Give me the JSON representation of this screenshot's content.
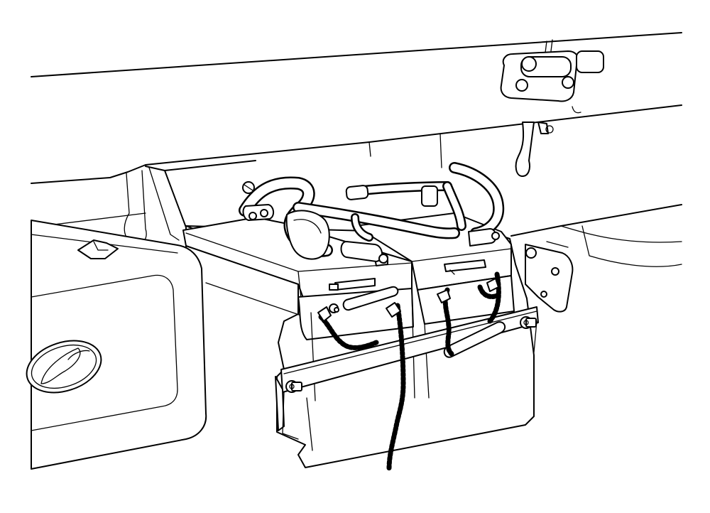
{
  "illustration": {
    "subject": "truck-side-battery-installation",
    "colors": {
      "line": "#000000",
      "paper": "#ffffff"
    },
    "parts": [
      "chassis-frame-rail",
      "mounting-bracket",
      "battery-left",
      "battery-right",
      "battery-hold-down-bar",
      "hold-down-bolt-left",
      "hold-down-bolt-right",
      "carrying-handle-left",
      "carrying-handle-right",
      "battery-cable-harness",
      "step-panel",
      "hyundai-logo",
      "vent-tube-left",
      "vent-tube-right"
    ]
  }
}
